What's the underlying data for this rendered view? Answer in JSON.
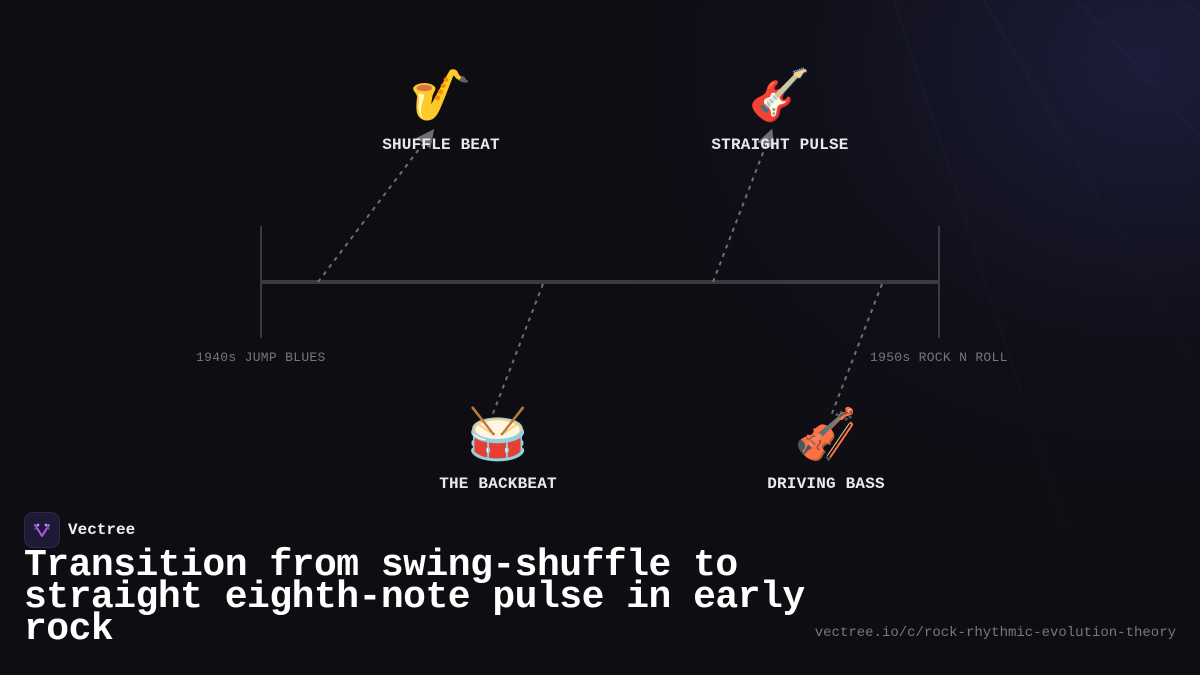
{
  "brand": {
    "name": "Vectree",
    "logo_icon": "vectree-logo-icon",
    "accent": "#b15ce8"
  },
  "headline": "Transition from swing-shuffle to straight eighth-note pulse in early rock",
  "url": "vectree.io/c/rock-rhythmic-evolution-theory",
  "timeline": {
    "start_label": "1940s JUMP BLUES",
    "end_label": "1950s ROCK N ROLL"
  },
  "nodes": [
    {
      "id": "shuffle-beat",
      "label": "SHUFFLE BEAT",
      "icon": "saxophone-icon",
      "glyph": "🎷"
    },
    {
      "id": "straight-pulse",
      "label": "STRAIGHT PULSE",
      "icon": "guitar-icon",
      "glyph": "🎸"
    },
    {
      "id": "the-backbeat",
      "label": "THE BACKBEAT",
      "icon": "drum-icon",
      "glyph": "🥁"
    },
    {
      "id": "driving-bass",
      "label": "DRIVING BASS",
      "icon": "violin-icon",
      "glyph": "🎻"
    }
  ],
  "colors": {
    "background": "#0e0d12",
    "timeline": "#3a3a40",
    "connector": "#6e6e76",
    "label": "#e8e8ee",
    "muted": "#76767e"
  }
}
